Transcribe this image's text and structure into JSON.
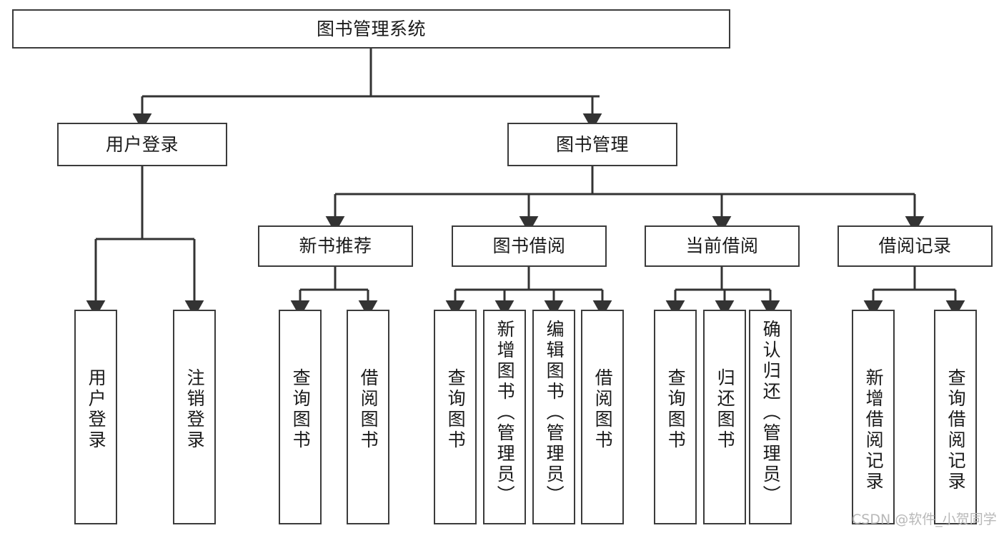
{
  "diagram": {
    "title": "图书管理系统",
    "type": "tree-hierarchy-chart",
    "stroke_color": "#3b3b3b",
    "background_color": "#ffffff",
    "text_color": "#1a1a1a",
    "watermark": "CSDN @软件_小贺同学"
  },
  "nodes": {
    "root": {
      "label": "图书管理系统"
    },
    "level1": [
      {
        "label": "用户登录"
      },
      {
        "label": "图书管理"
      }
    ],
    "level2": [
      {
        "label": "新书推荐"
      },
      {
        "label": "图书借阅"
      },
      {
        "label": "当前借阅"
      },
      {
        "label": "借阅记录"
      }
    ],
    "leaves_user_login": [
      {
        "label": "用户登录"
      },
      {
        "label": "注销登录"
      }
    ],
    "leaves_new_book": [
      {
        "label": "查询图书"
      },
      {
        "label": "借阅图书"
      }
    ],
    "leaves_borrow": [
      {
        "label": "查询图书"
      },
      {
        "label": "新增图书（管理员）"
      },
      {
        "label": "编辑图书（管理员）"
      },
      {
        "label": "借阅图书"
      }
    ],
    "leaves_current": [
      {
        "label": "查询图书"
      },
      {
        "label": "归还图书"
      },
      {
        "label": "确认归还（管理员）"
      }
    ],
    "leaves_records": [
      {
        "label": "新增借阅记录"
      },
      {
        "label": "查询借阅记录"
      }
    ]
  }
}
